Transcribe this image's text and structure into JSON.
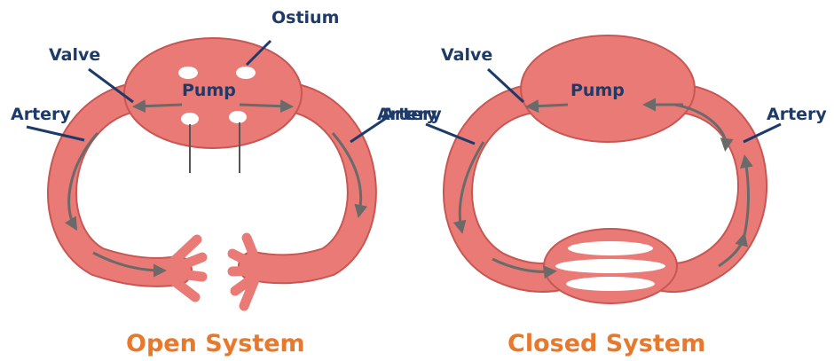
{
  "colors": {
    "vessel": "#ea7a76",
    "vessel_edge": "#c85652",
    "arrow": "#6a6a6a",
    "label_text": "#1e3a68",
    "caption_text": "#e8782c"
  },
  "open_system": {
    "caption": "Open System",
    "labels": {
      "ostium": "Ostium",
      "valve": "Valve",
      "pump": "Pump",
      "artery_left": "Artery",
      "artery_right": "Artery"
    }
  },
  "closed_system": {
    "caption": "Closed System",
    "labels": {
      "valve": "Valve",
      "pump": "Pump",
      "artery_left": "Artery",
      "artery_right": "Artery"
    }
  }
}
